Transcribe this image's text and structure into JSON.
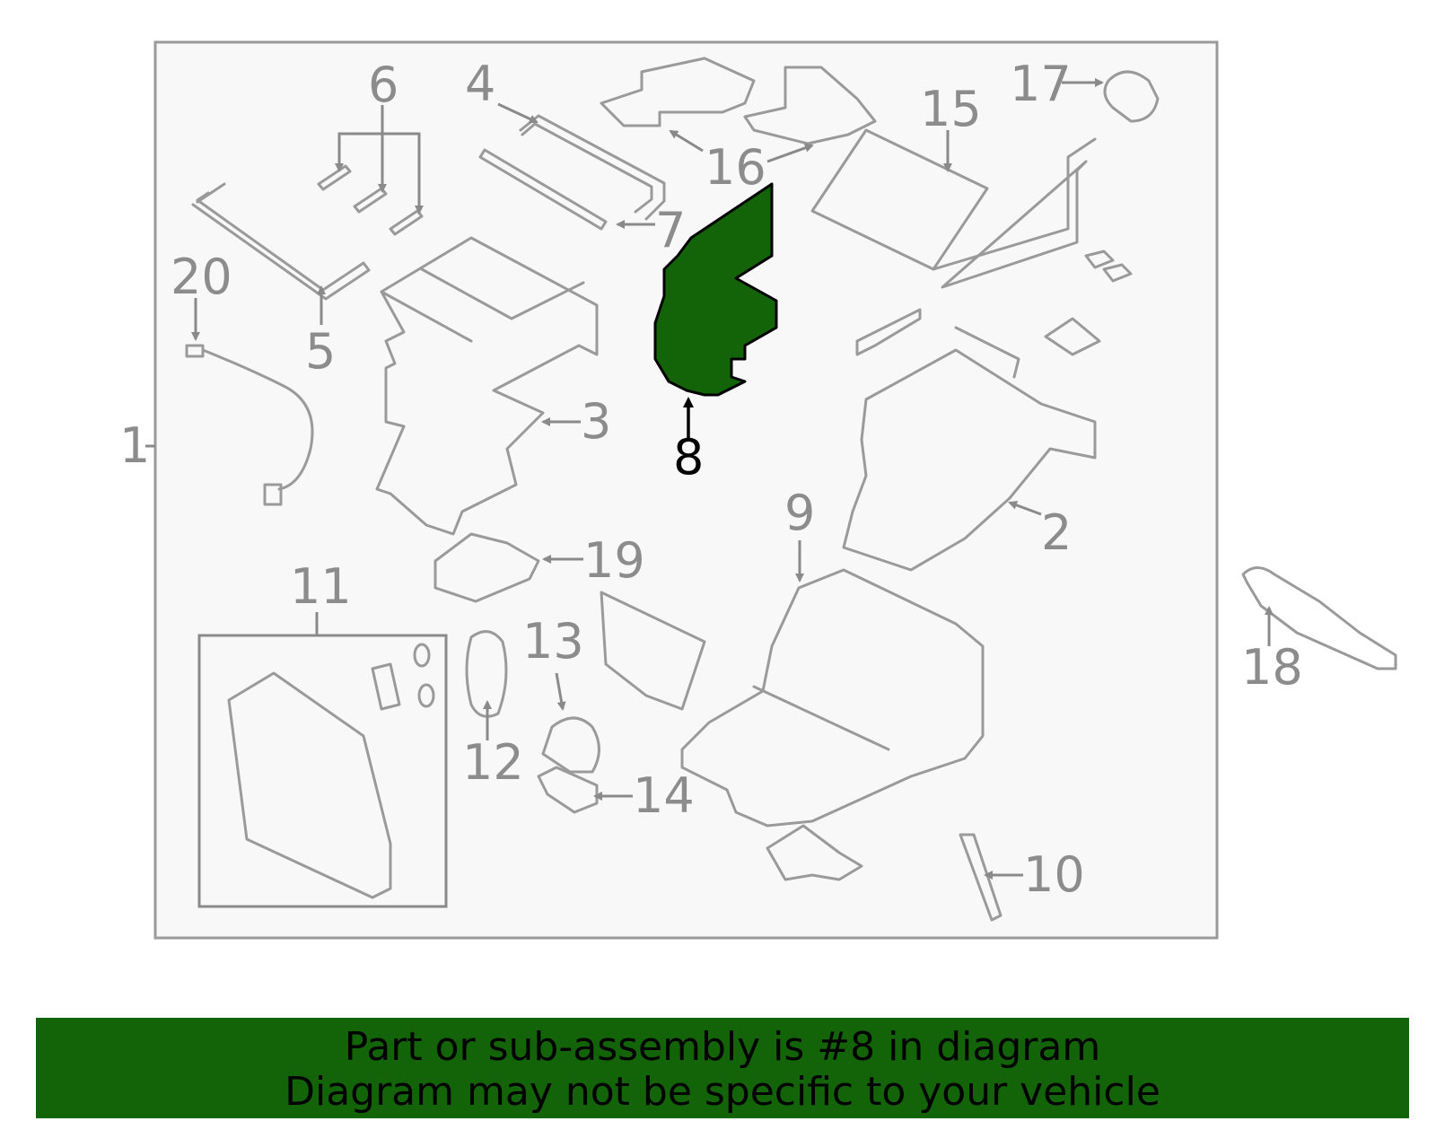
{
  "diagram": {
    "callouts": [
      "1",
      "2",
      "3",
      "4",
      "5",
      "6",
      "7",
      "8",
      "9",
      "10",
      "11",
      "12",
      "13",
      "14",
      "15",
      "16",
      "17",
      "18",
      "19",
      "20"
    ],
    "highlighted_part": "8",
    "highlight_color": "#136308",
    "frame_background": "#f8f8f8",
    "line_color": "#9a9a9a"
  },
  "banner": {
    "line1": "Part or sub-assembly is #8 in diagram",
    "line2": "Diagram may not be specific to your vehicle",
    "background": "#136308"
  }
}
